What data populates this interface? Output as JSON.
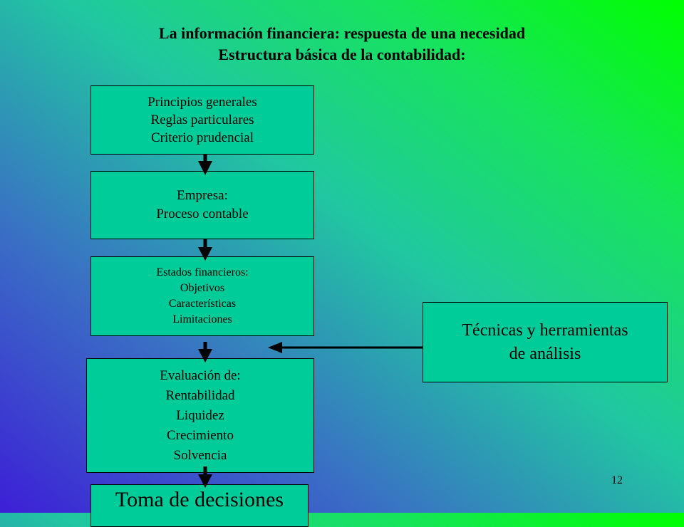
{
  "title_line1": "La información financiera: respuesta de una necesidad",
  "title_line2": "Estructura básica de la contabilidad:",
  "box_principios": [
    "Principios generales",
    "Reglas particulares",
    "Criterio prudencial"
  ],
  "box_empresa": [
    "Empresa:",
    "Proceso contable"
  ],
  "box_estados": [
    "Estados financieros:",
    "Objetivos",
    "Características",
    "Limitaciones"
  ],
  "box_evaluacion": [
    "Evaluación de:",
    "Rentabilidad",
    "Liquidez",
    "Crecimiento",
    "Solvencia"
  ],
  "box_tecnicas": [
    "Técnicas y herramientas",
    "de análisis"
  ],
  "box_toma": "Toma de decisiones",
  "page_number": "12",
  "colors": {
    "box_fill": "#00cc99",
    "arrow": "#000000"
  }
}
